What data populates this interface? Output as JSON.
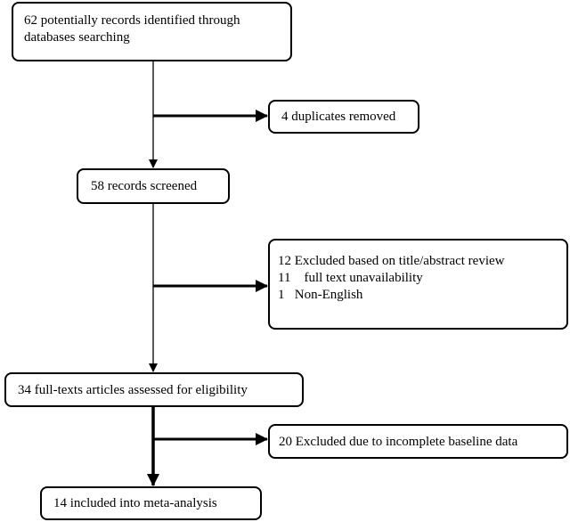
{
  "flowchart": {
    "identified": {
      "lines": [
        "62 potentially records identified through",
        "databases searching"
      ]
    },
    "duplicates": {
      "text": "4 duplicates removed"
    },
    "screened": {
      "text": "58 records screened"
    },
    "excluded_title_abstract": {
      "lines": [
        "12 Excluded based on title/abstract review",
        "11    full text unavailability",
        "1   Non-English"
      ]
    },
    "full_texts": {
      "text": "34 full-texts articles assessed for eligibility"
    },
    "excluded_baseline": {
      "text": "20 Excluded due to incomplete baseline data"
    },
    "included": {
      "text": "14 included into meta-analysis"
    }
  }
}
